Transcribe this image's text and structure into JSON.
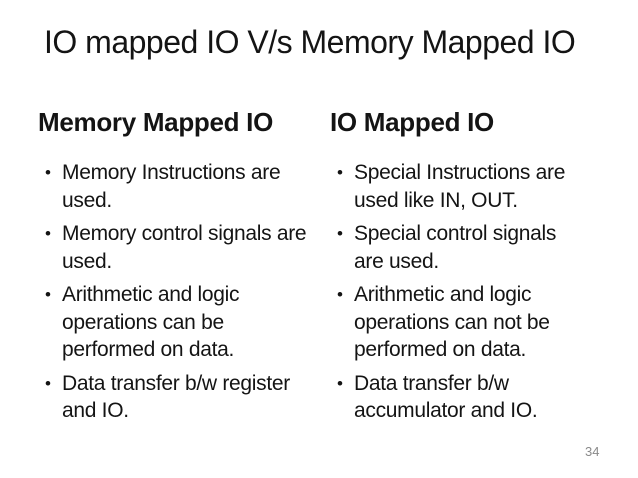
{
  "slide": {
    "title": "IO mapped IO V/s Memory Mapped IO",
    "page_number": "34",
    "bullet_char": "•",
    "colors": {
      "background": "#ffffff",
      "text": "#141414",
      "page_number": "#8a8a8a"
    },
    "columns": [
      {
        "header": "Memory Mapped IO",
        "bullets": [
          [
            "Memory Instructions are",
            "used."
          ],
          [
            "Memory control signals are",
            "used."
          ],
          [
            "Arithmetic and logic",
            "operations can be",
            "performed on data."
          ],
          [
            "Data transfer b/w register",
            "and IO."
          ]
        ]
      },
      {
        "header": "IO Mapped IO",
        "bullets": [
          [
            "Special Instructions are",
            "used like IN, OUT."
          ],
          [
            "Special control signals",
            "are used."
          ],
          [
            "Arithmetic and logic",
            "operations can not be",
            "performed on data."
          ],
          [
            "Data transfer b/w",
            "accumulator and IO."
          ]
        ]
      }
    ]
  }
}
